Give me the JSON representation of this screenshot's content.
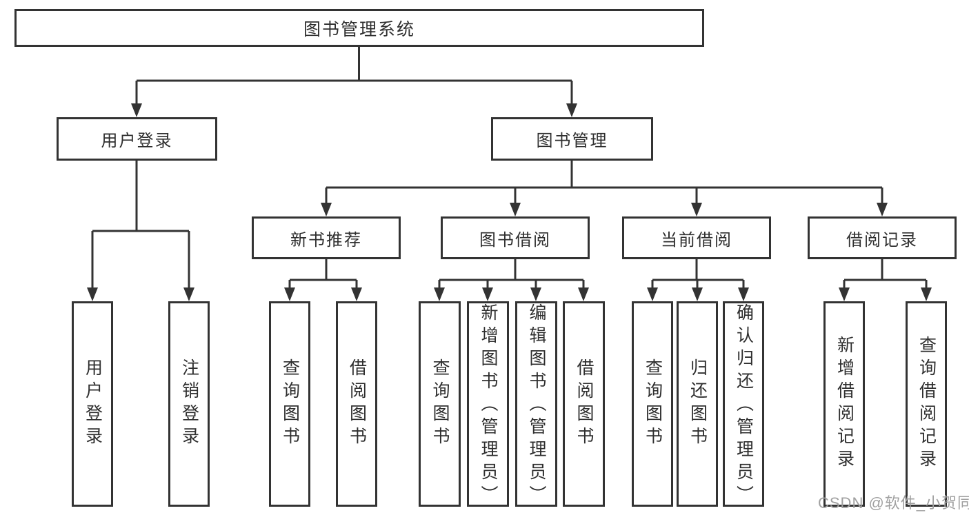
{
  "diagram": {
    "tree": {
      "label": "图书管理系统",
      "children": [
        {
          "label": "用户登录",
          "children": [
            {
              "label": "用户登录"
            },
            {
              "label": "注销登录"
            }
          ]
        },
        {
          "label": "图书管理",
          "children": [
            {
              "label": "新书推荐",
              "children": [
                {
                  "label": "查询图书"
                },
                {
                  "label": "借阅图书"
                }
              ]
            },
            {
              "label": "图书借阅",
              "children": [
                {
                  "label": "查询图书"
                },
                {
                  "label": "新增图书（管理员）"
                },
                {
                  "label": "编辑图书（管理员）"
                },
                {
                  "label": "借阅图书"
                }
              ]
            },
            {
              "label": "当前借阅",
              "children": [
                {
                  "label": "查询图书"
                },
                {
                  "label": "归还图书"
                },
                {
                  "label": "确认归还（管理员）"
                }
              ]
            },
            {
              "label": "借阅记录",
              "children": [
                {
                  "label": "新增借阅记录"
                },
                {
                  "label": "查询借阅记录"
                }
              ]
            }
          ]
        }
      ]
    },
    "watermark": "CSDN @软件_小贺同学",
    "colors": {
      "line": "#333333",
      "text": "#2f2f2f",
      "watermark": "#a0a0a0",
      "background": "#ffffff"
    }
  }
}
